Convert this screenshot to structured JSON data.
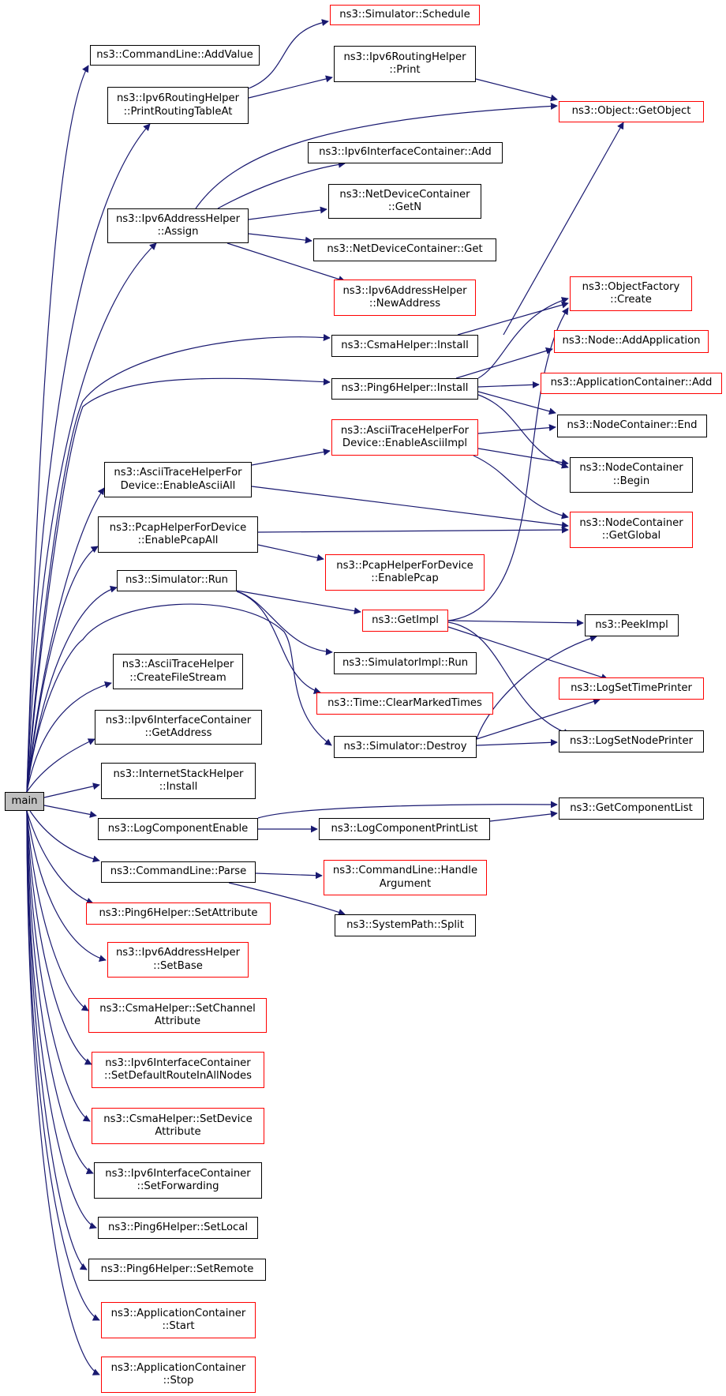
{
  "colors": {
    "edge": "#191970",
    "node_border": "#000000",
    "truncated_border": "#ff0000",
    "root_fill": "#bfbfbf"
  },
  "nodes": [
    {
      "id": "main",
      "lines": [
        "main"
      ],
      "kind": "root"
    },
    {
      "id": "cl_addvalue",
      "lines": [
        "ns3::CommandLine::AddValue"
      ],
      "kind": "normal"
    },
    {
      "id": "v6rh_print_at",
      "lines": [
        "ns3::Ipv6RoutingHelper",
        "::PrintRoutingTableAt"
      ],
      "kind": "normal"
    },
    {
      "id": "sim_schedule",
      "lines": [
        "ns3::Simulator::Schedule"
      ],
      "kind": "truncated"
    },
    {
      "id": "v6rh_print",
      "lines": [
        "ns3::Ipv6RoutingHelper",
        "::Print"
      ],
      "kind": "normal"
    },
    {
      "id": "obj_getobject",
      "lines": [
        "ns3::Object::GetObject"
      ],
      "kind": "truncated"
    },
    {
      "id": "v6ah_assign",
      "lines": [
        "ns3::Ipv6AddressHelper",
        "::Assign"
      ],
      "kind": "normal"
    },
    {
      "id": "v6ic_add",
      "lines": [
        "ns3::Ipv6InterfaceContainer::Add"
      ],
      "kind": "normal"
    },
    {
      "id": "ndc_getn",
      "lines": [
        "ns3::NetDeviceContainer",
        "::GetN"
      ],
      "kind": "normal"
    },
    {
      "id": "ndc_get",
      "lines": [
        "ns3::NetDeviceContainer::Get"
      ],
      "kind": "normal"
    },
    {
      "id": "v6ah_newaddr",
      "lines": [
        "ns3::Ipv6AddressHelper",
        "::NewAddress"
      ],
      "kind": "truncated"
    },
    {
      "id": "of_create",
      "lines": [
        "ns3::ObjectFactory",
        "::Create"
      ],
      "kind": "truncated"
    },
    {
      "id": "csma_install",
      "lines": [
        "ns3::CsmaHelper::Install"
      ],
      "kind": "normal"
    },
    {
      "id": "node_addapp",
      "lines": [
        "ns3::Node::AddApplication"
      ],
      "kind": "truncated"
    },
    {
      "id": "ping6_install",
      "lines": [
        "ns3::Ping6Helper::Install"
      ],
      "kind": "normal"
    },
    {
      "id": "ac_add",
      "lines": [
        "ns3::ApplicationContainer::Add"
      ],
      "kind": "truncated"
    },
    {
      "id": "nc_end",
      "lines": [
        "ns3::NodeContainer::End"
      ],
      "kind": "normal"
    },
    {
      "id": "ath_enableasciiimpl",
      "lines": [
        "ns3::AsciiTraceHelperFor",
        "Device::EnableAsciiImpl"
      ],
      "kind": "truncated"
    },
    {
      "id": "nc_begin",
      "lines": [
        "ns3::NodeContainer",
        "::Begin"
      ],
      "kind": "normal"
    },
    {
      "id": "ath_enableasciiall",
      "lines": [
        "ns3::AsciiTraceHelperFor",
        "Device::EnableAsciiAll"
      ],
      "kind": "normal"
    },
    {
      "id": "nc_getglobal",
      "lines": [
        "ns3::NodeContainer",
        "::GetGlobal"
      ],
      "kind": "truncated"
    },
    {
      "id": "php_enablepcapall",
      "lines": [
        "ns3::PcapHelperForDevice",
        "::EnablePcapAll"
      ],
      "kind": "normal"
    },
    {
      "id": "php_enablepcap",
      "lines": [
        "ns3::PcapHelperForDevice",
        "::EnablePcap"
      ],
      "kind": "truncated"
    },
    {
      "id": "sim_run",
      "lines": [
        "ns3::Simulator::Run"
      ],
      "kind": "normal"
    },
    {
      "id": "getimpl",
      "lines": [
        "ns3::GetImpl"
      ],
      "kind": "truncated"
    },
    {
      "id": "peekimpl",
      "lines": [
        "ns3::PeekImpl"
      ],
      "kind": "normal"
    },
    {
      "id": "simimpl_run",
      "lines": [
        "ns3::SimulatorImpl::Run"
      ],
      "kind": "normal"
    },
    {
      "id": "ath_createfilestream",
      "lines": [
        "ns3::AsciiTraceHelper",
        "::CreateFileStream"
      ],
      "kind": "normal"
    },
    {
      "id": "logsettimeprinter",
      "lines": [
        "ns3::LogSetTimePrinter"
      ],
      "kind": "truncated"
    },
    {
      "id": "time_clearmarked",
      "lines": [
        "ns3::Time::ClearMarkedTimes"
      ],
      "kind": "truncated"
    },
    {
      "id": "v6ic_getaddress",
      "lines": [
        "ns3::Ipv6InterfaceContainer",
        "::GetAddress"
      ],
      "kind": "normal"
    },
    {
      "id": "sim_destroy",
      "lines": [
        "ns3::Simulator::Destroy"
      ],
      "kind": "normal"
    },
    {
      "id": "logsetnodeprinter",
      "lines": [
        "ns3::LogSetNodePrinter"
      ],
      "kind": "normal"
    },
    {
      "id": "ish_install",
      "lines": [
        "ns3::InternetStackHelper",
        "::Install"
      ],
      "kind": "normal"
    },
    {
      "id": "getcomponentlist",
      "lines": [
        "ns3::GetComponentList"
      ],
      "kind": "normal"
    },
    {
      "id": "logcomponentenable",
      "lines": [
        "ns3::LogComponentEnable"
      ],
      "kind": "normal"
    },
    {
      "id": "logcomponentprintlist",
      "lines": [
        "ns3::LogComponentPrintList"
      ],
      "kind": "normal"
    },
    {
      "id": "cl_parse",
      "lines": [
        "ns3::CommandLine::Parse"
      ],
      "kind": "normal"
    },
    {
      "id": "cl_handlearg",
      "lines": [
        "ns3::CommandLine::Handle",
        "Argument"
      ],
      "kind": "truncated"
    },
    {
      "id": "systempath_split",
      "lines": [
        "ns3::SystemPath::Split"
      ],
      "kind": "normal"
    },
    {
      "id": "ping6_setattribute",
      "lines": [
        "ns3::Ping6Helper::SetAttribute"
      ],
      "kind": "truncated"
    },
    {
      "id": "v6ah_setbase",
      "lines": [
        "ns3::Ipv6AddressHelper",
        "::SetBase"
      ],
      "kind": "truncated"
    },
    {
      "id": "csma_setchannelattr",
      "lines": [
        "ns3::CsmaHelper::SetChannel",
        "Attribute"
      ],
      "kind": "truncated"
    },
    {
      "id": "v6ic_setdefaultroute",
      "lines": [
        "ns3::Ipv6InterfaceContainer",
        "::SetDefaultRouteInAllNodes"
      ],
      "kind": "truncated"
    },
    {
      "id": "csma_setdeviceattr",
      "lines": [
        "ns3::CsmaHelper::SetDevice",
        "Attribute"
      ],
      "kind": "truncated"
    },
    {
      "id": "v6ic_setforwarding",
      "lines": [
        "ns3::Ipv6InterfaceContainer",
        "::SetForwarding"
      ],
      "kind": "normal"
    },
    {
      "id": "ping6_setlocal",
      "lines": [
        "ns3::Ping6Helper::SetLocal"
      ],
      "kind": "normal"
    },
    {
      "id": "ping6_setremote",
      "lines": [
        "ns3::Ping6Helper::SetRemote"
      ],
      "kind": "normal"
    },
    {
      "id": "ac_start",
      "lines": [
        "ns3::ApplicationContainer",
        "::Start"
      ],
      "kind": "truncated"
    },
    {
      "id": "ac_stop",
      "lines": [
        "ns3::ApplicationContainer",
        "::Stop"
      ],
      "kind": "truncated"
    }
  ]
}
